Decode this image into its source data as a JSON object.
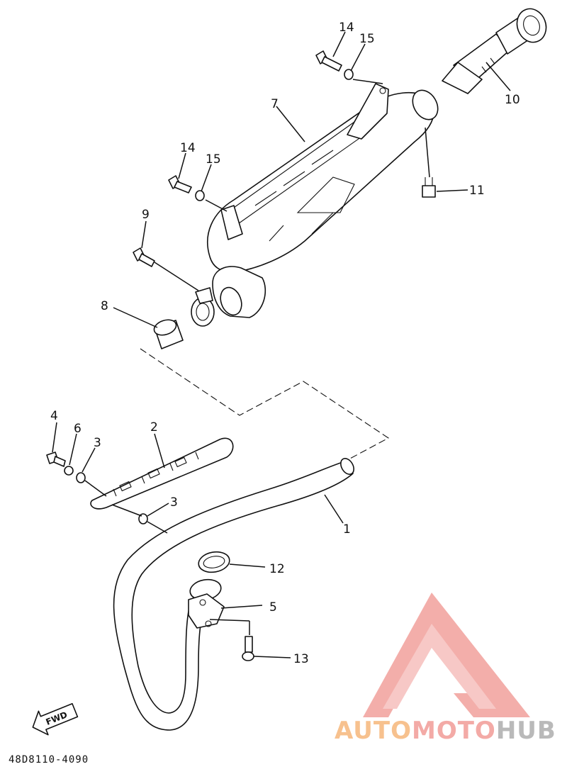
{
  "callouts": {
    "c1": "1",
    "c2": "2",
    "c3a": "3",
    "c3b": "3",
    "c4": "4",
    "c5": "5",
    "c6": "6",
    "c7": "7",
    "c8": "8",
    "c9": "9",
    "c10": "10",
    "c11": "11",
    "c12": "12",
    "c13": "13",
    "c14a": "14",
    "c14b": "14",
    "c15a": "15",
    "c15b": "15"
  },
  "fwd_label": "FWD",
  "diagram_code": "48D8110-4090",
  "watermark": {
    "text_part1": "AUTO",
    "text_part2": "MOTO",
    "text_part3": "HUB",
    "colors": {
      "triangle": "#f3aaa6",
      "auto": "#f7c18e",
      "moto": "#f3aaa6",
      "hub": "#b9b9b9"
    }
  }
}
